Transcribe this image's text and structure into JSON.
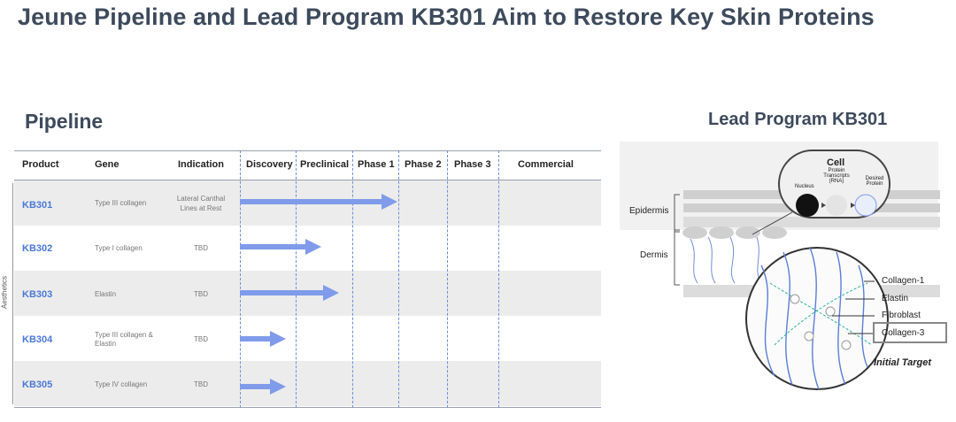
{
  "header": {
    "title": "Jeune Pipeline and Lead Program KB301 Aim to Restore Key Skin Proteins"
  },
  "pipeline": {
    "title": "Pipeline",
    "columns": [
      "Product",
      "Gene",
      "Indication",
      "Discovery",
      "Preclinical",
      "Phase 1",
      "Phase 2",
      "Phase 3",
      "Commercial"
    ],
    "category_label": "Aesthetics",
    "rows": [
      {
        "product": "KB301",
        "gene": "Type III collagen",
        "indication": "Lateral Canthal Lines at Rest",
        "stage_label": "Phase 1"
      },
      {
        "product": "KB302",
        "gene": "Type I collagen",
        "indication": "TBD",
        "stage_label": "Preclinical"
      },
      {
        "product": "KB303",
        "gene": "Elastin",
        "indication": "TBD",
        "stage_label": "Preclinical"
      },
      {
        "product": "KB304",
        "gene": "Type III collagen & Elastin",
        "indication": "TBD",
        "stage_label": "Discovery"
      },
      {
        "product": "KB305",
        "gene": "Type IV collagen",
        "indication": "TBD",
        "stage_label": "Discovery"
      }
    ],
    "arrow_color": "#7f9bea"
  },
  "lead_program": {
    "title": "Lead Program KB301",
    "cell_title": "Cell",
    "cell_labels": [
      "Nucleus",
      "Protein Transcripts (RNA)",
      "Desired Protein"
    ],
    "layer_labels": [
      "Epidermis",
      "Dermis"
    ],
    "component_labels": [
      "Collagen-1",
      "Elastin",
      "Fibroblast",
      "Collagen-3"
    ],
    "initial_target": "Initial Target"
  }
}
